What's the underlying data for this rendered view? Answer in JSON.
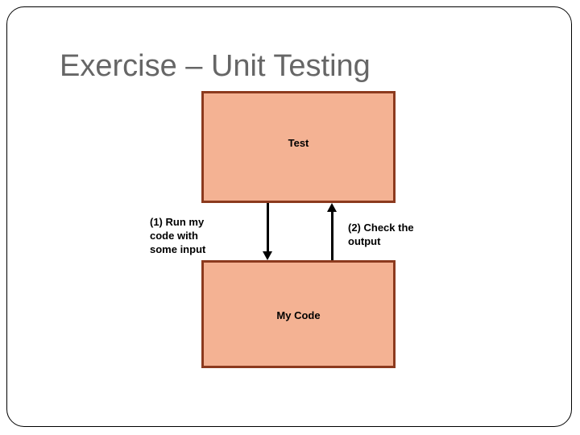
{
  "slide": {
    "title": "Exercise – Unit Testing",
    "frame_color": "#000000",
    "background_color": "#ffffff",
    "title_color": "#666666"
  },
  "diagram": {
    "box_fill_color": "#F4B293",
    "box_border_color": "#8C3A1E",
    "arrow_color": "#000000",
    "boxes": [
      {
        "id": "test",
        "label": "Test"
      },
      {
        "id": "my-code",
        "label": "My Code"
      }
    ],
    "arrows": [
      {
        "id": "run-code",
        "direction": "down",
        "from": "Test",
        "to": "My Code",
        "label": "(1) Run my code with some input",
        "label_lines": [
          "(1) Run my",
          "code with",
          "some input"
        ]
      },
      {
        "id": "check-output",
        "direction": "up",
        "from": "My Code",
        "to": "Test",
        "label": "(2) Check the output",
        "label_lines": [
          "(2) Check the",
          "output"
        ]
      }
    ]
  }
}
